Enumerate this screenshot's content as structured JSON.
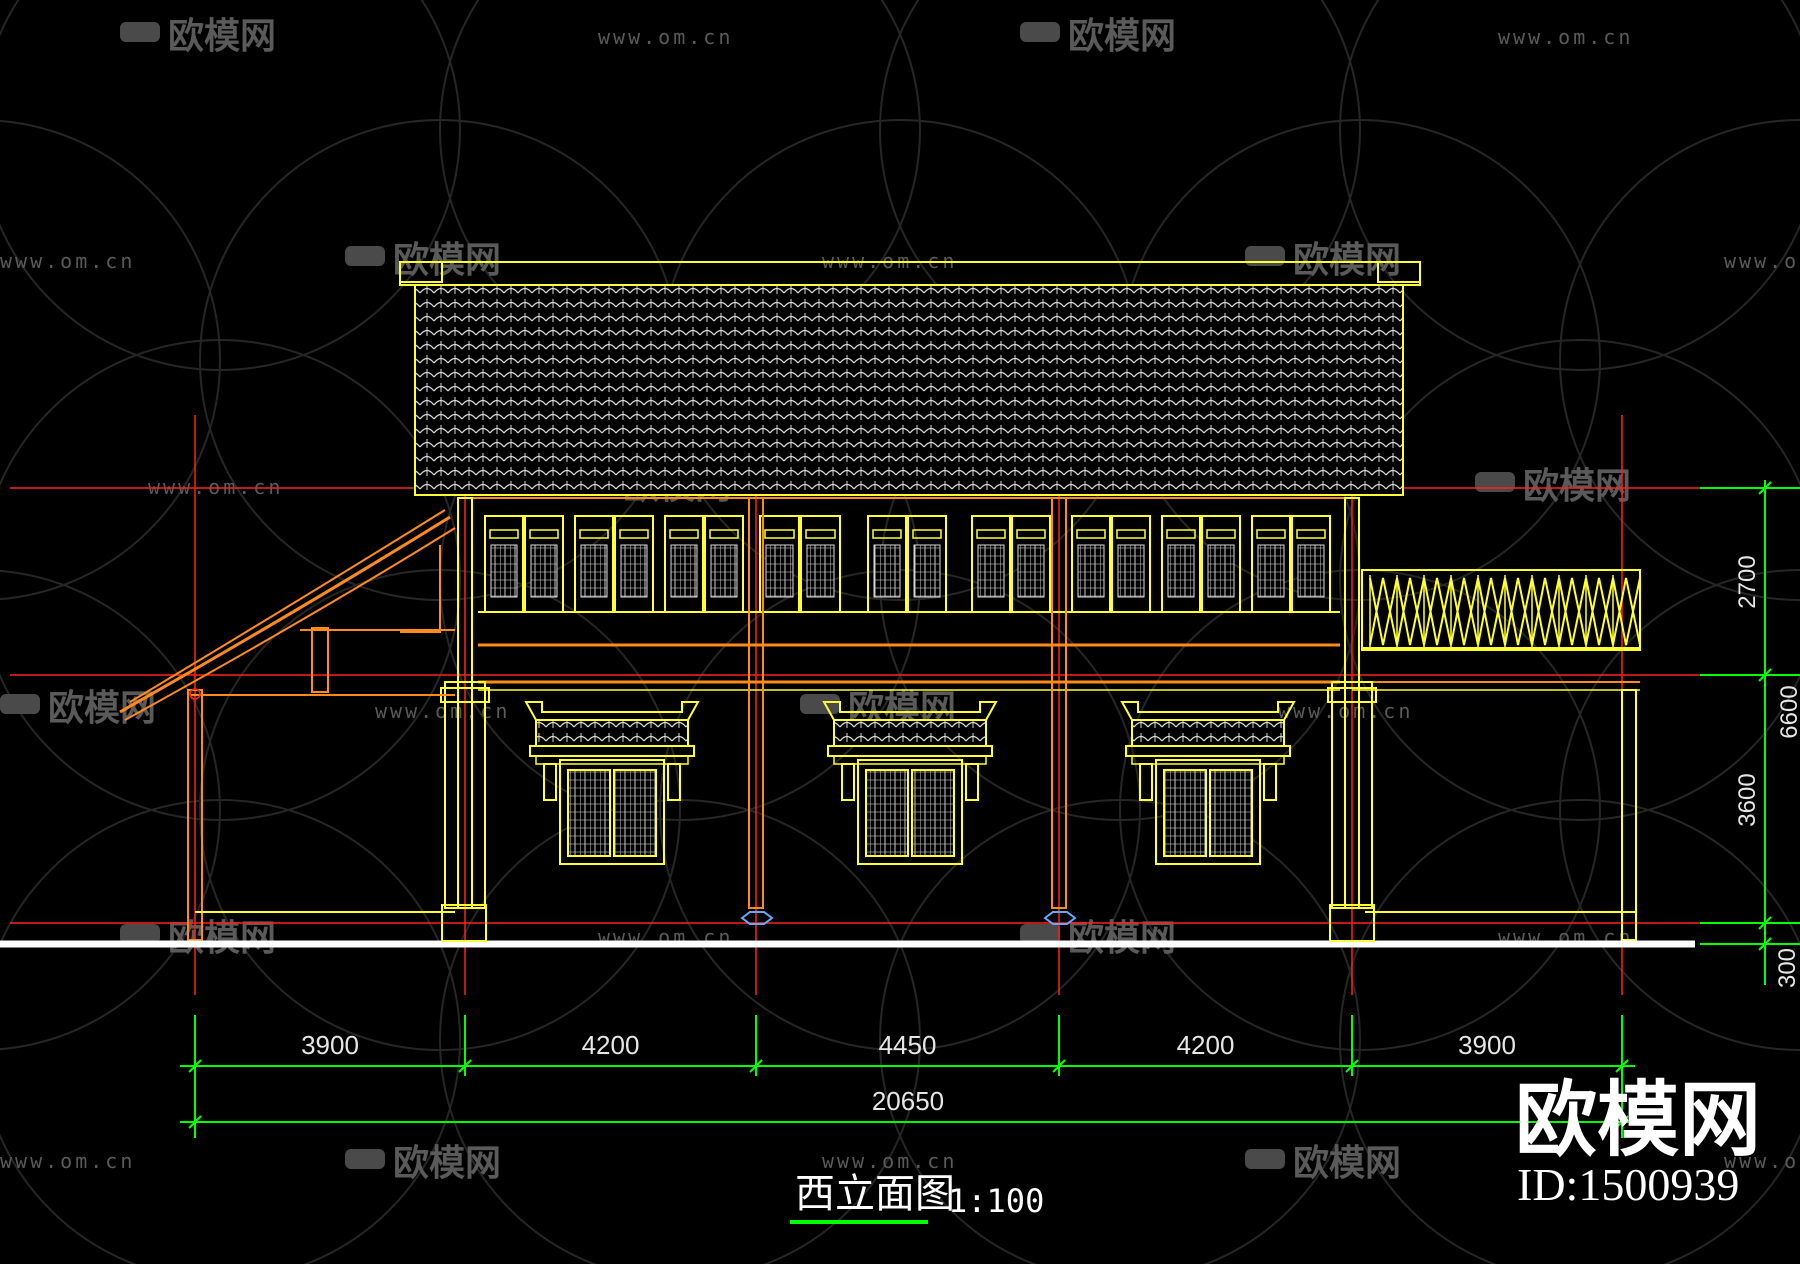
{
  "drawing": {
    "title": "西立面图",
    "scale": "1:100"
  },
  "dimensions": {
    "horizontal": [
      "3900",
      "4200",
      "4450",
      "4200",
      "3900"
    ],
    "total": "20650",
    "vertical": [
      "2700",
      "3600",
      "300"
    ],
    "vertical_cut": "6600"
  },
  "watermark": {
    "brand": "欧模网",
    "url": "www.om.cn",
    "url_cut": "om.cn",
    "brand_cut": "欧模网"
  },
  "badge": {
    "brand": "欧模网",
    "id": "ID:1500939"
  },
  "colors": {
    "background": "#000000",
    "structure": "#ffff00",
    "gridline": "#ff2020",
    "dimension": "#00ff00",
    "beam": "#ff8c1a",
    "ground": "#ffffff"
  }
}
